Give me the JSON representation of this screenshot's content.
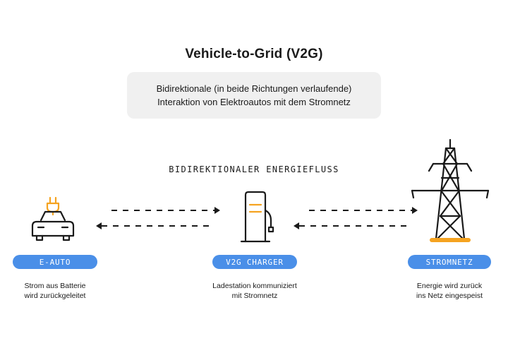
{
  "title": "Vehicle-to-Grid (V2G)",
  "subtitle": {
    "line1": "Bidirektionale (in beide Richtungen verlaufende)",
    "line2": "Interaktion von Elektroautos mit dem Stromnetz"
  },
  "flow_label": "BIDIREKTIONALER ENERGIEFLUSS",
  "nodes": [
    {
      "label": "E-AUTO",
      "icon": "electric-car-icon",
      "caption_line1": "Strom aus Batterie",
      "caption_line2": "wird zurückgeleitet"
    },
    {
      "label": "V2G CHARGER",
      "icon": "charging-station-icon",
      "caption_line1": "Ladestation kommuniziert",
      "caption_line2": "mit Stromnetz"
    },
    {
      "label": "STROMNETZ",
      "icon": "power-pylon-icon",
      "caption_line1": "Energie wird zurück",
      "caption_line2": "ins Netz eingespeist"
    }
  ],
  "colors": {
    "accent": "#f5a320",
    "pill": "#4a8fe8",
    "box": "#f0f0f0",
    "ink": "#1a1a1a"
  }
}
